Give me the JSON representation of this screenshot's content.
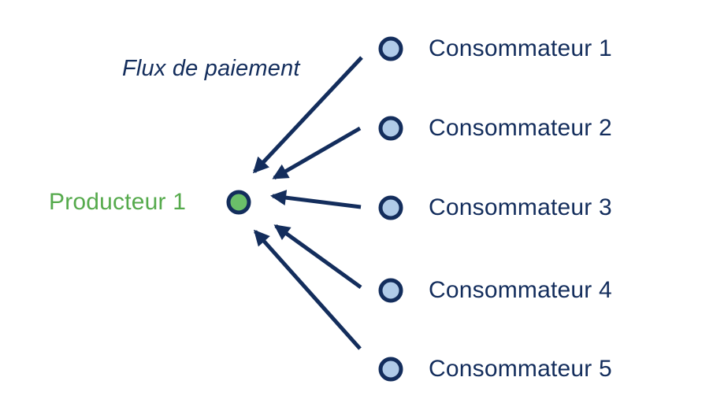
{
  "diagram": {
    "title": "Flux de paiement",
    "producer": {
      "label": "Producteur 1"
    },
    "consumers": [
      {
        "label": "Consommateur 1"
      },
      {
        "label": "Consommateur 2"
      },
      {
        "label": "Consommateur 3"
      },
      {
        "label": "Consommateur 4"
      },
      {
        "label": "Consommateur 5"
      }
    ],
    "edges": [
      {
        "from": "Consommateur 1",
        "to": "Producteur 1",
        "meaning": "paiement"
      },
      {
        "from": "Consommateur 2",
        "to": "Producteur 1",
        "meaning": "paiement"
      },
      {
        "from": "Consommateur 3",
        "to": "Producteur 1",
        "meaning": "paiement"
      },
      {
        "from": "Consommateur 4",
        "to": "Producteur 1",
        "meaning": "paiement"
      },
      {
        "from": "Consommateur 5",
        "to": "Producteur 1",
        "meaning": "paiement"
      }
    ],
    "colors": {
      "navy": "#132d5c",
      "producer_fill": "#6abf69",
      "producer_text": "#55aa4c",
      "consumer_fill": "#b0cbe8",
      "background": "#ffffff"
    }
  }
}
